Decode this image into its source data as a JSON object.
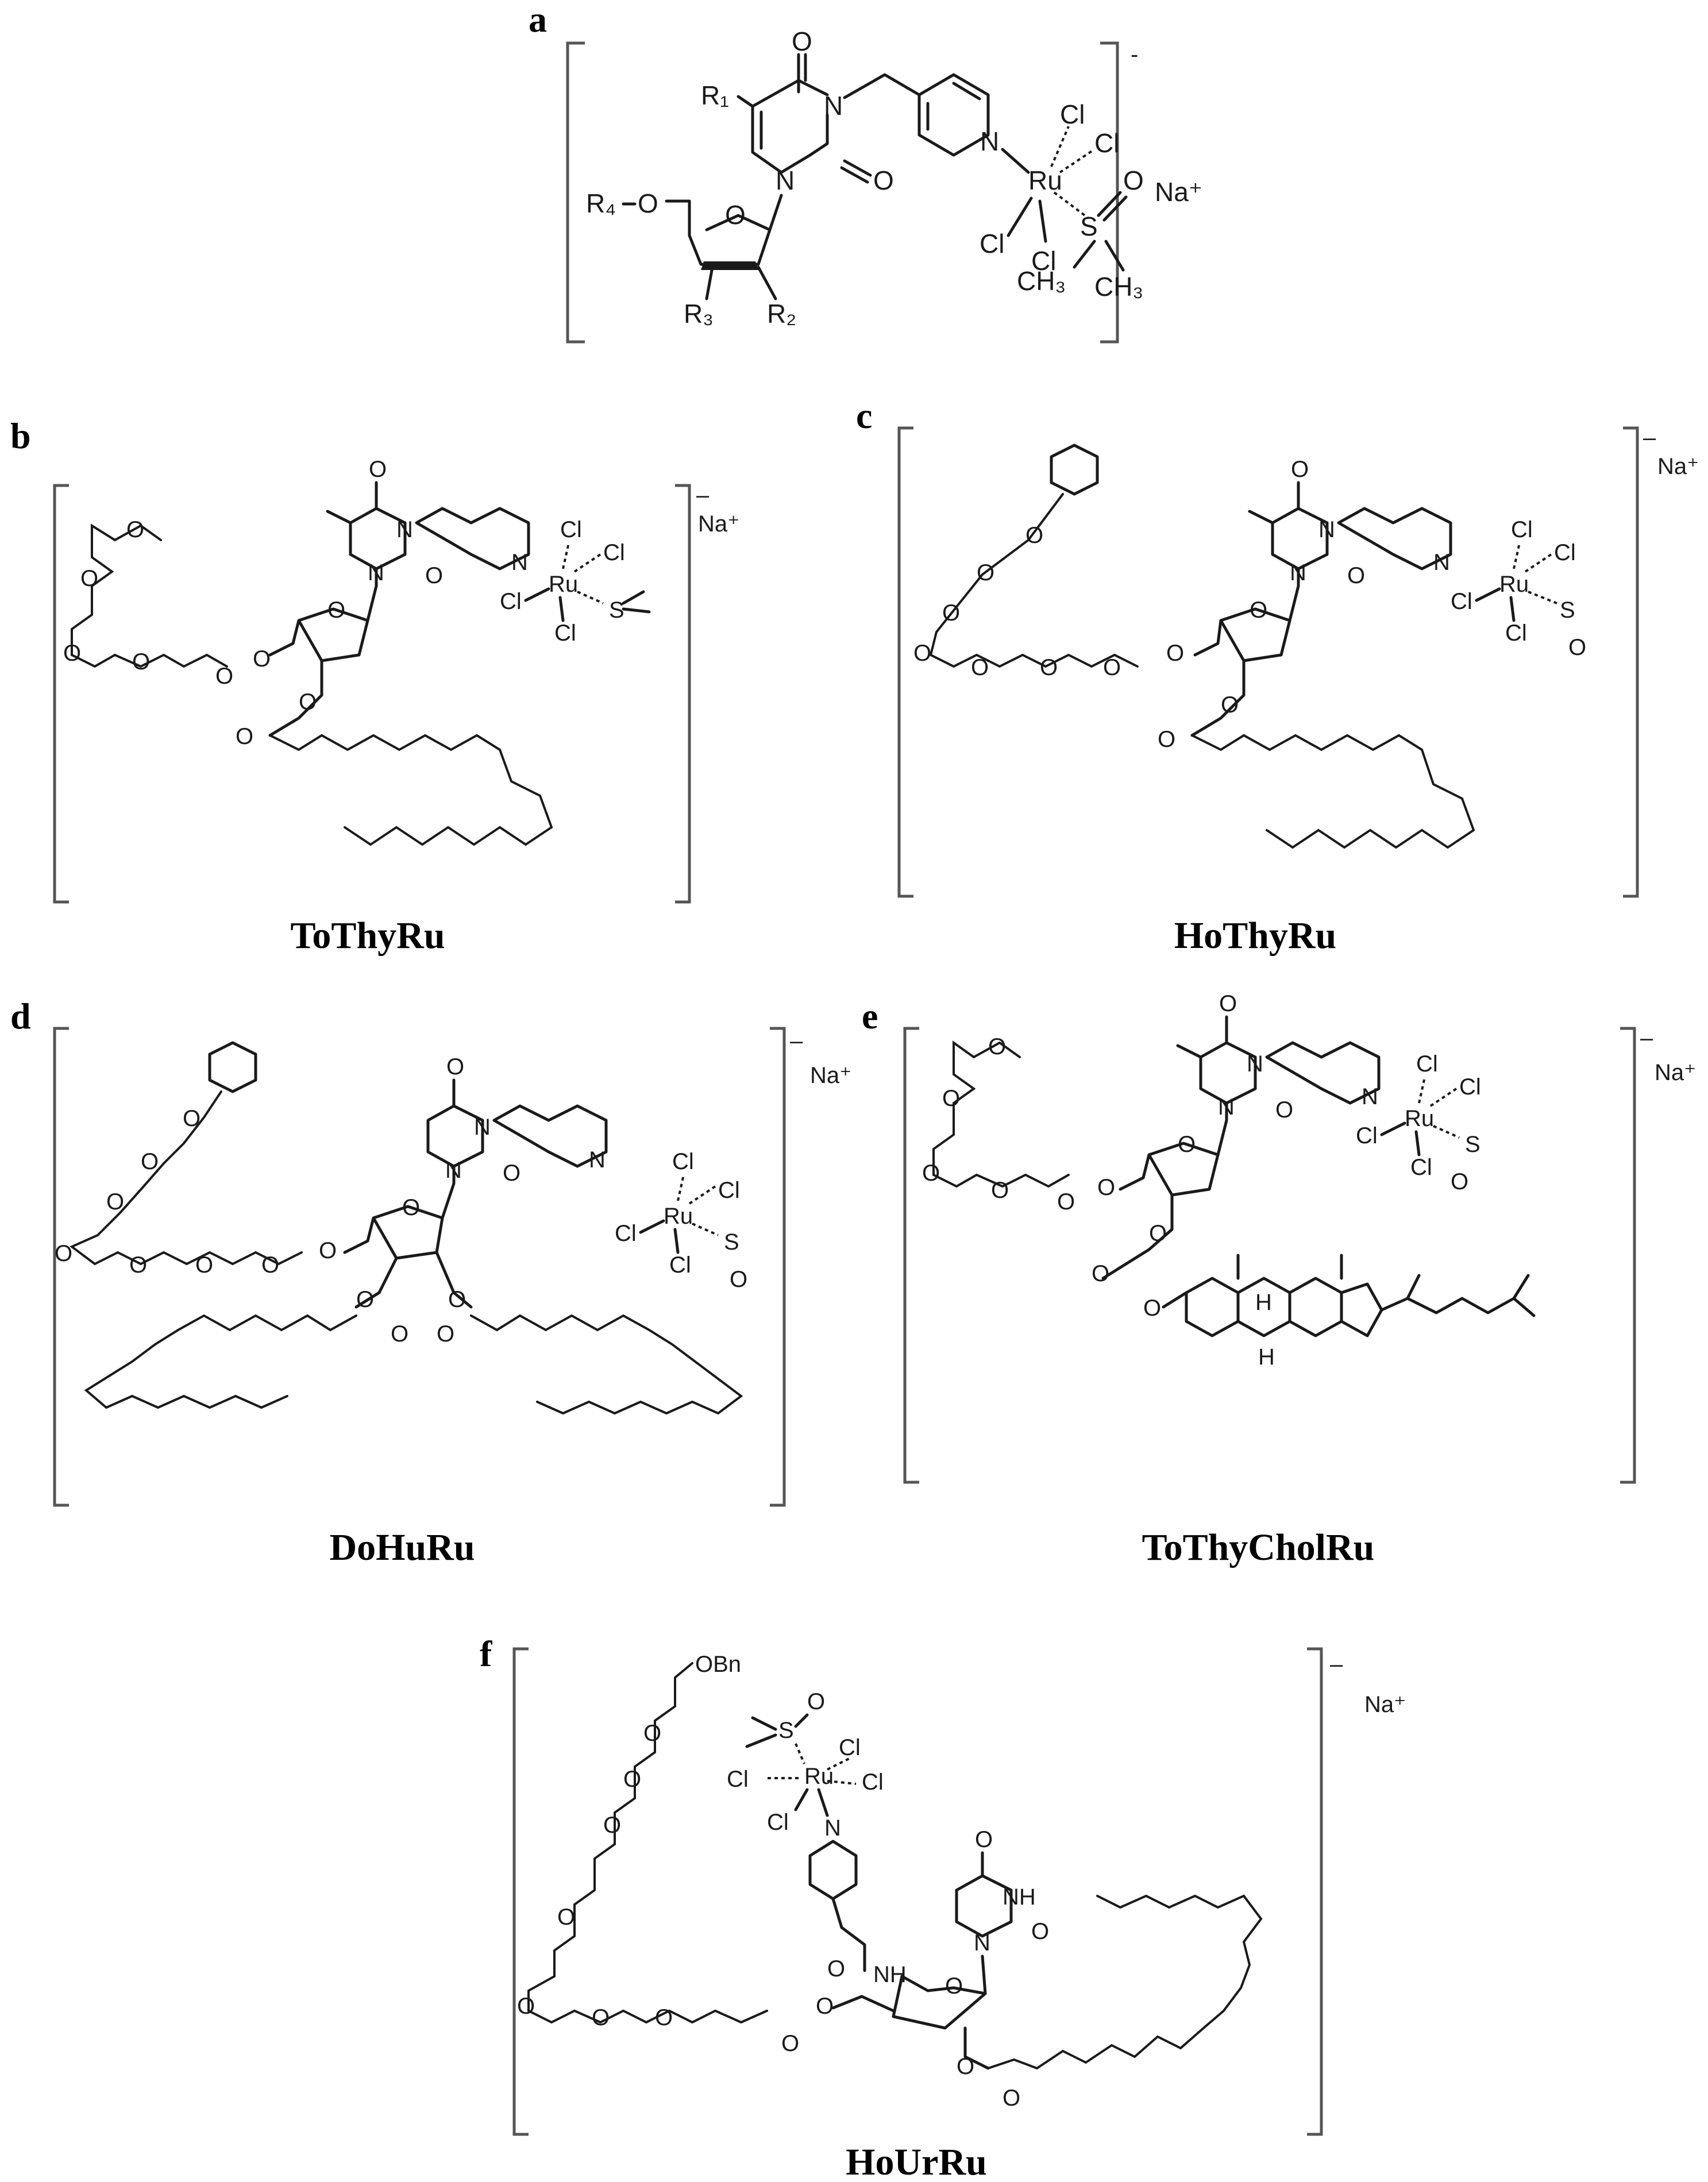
{
  "panels": {
    "a": {
      "letter": "a",
      "name": "",
      "counterion": "Na⁺",
      "charge": "-"
    },
    "b": {
      "letter": "b",
      "name": "ToThyRu",
      "counterion": "Na⁺",
      "charge": "–"
    },
    "c": {
      "letter": "c",
      "name": "HoThyRu",
      "counterion": "Na⁺",
      "charge": "–"
    },
    "d": {
      "letter": "d",
      "name": "DoHuRu",
      "counterion": "Na⁺",
      "charge": "–"
    },
    "e": {
      "letter": "e",
      "name": "ToThyCholRu",
      "counterion": "Na⁺",
      "charge": "–"
    },
    "f": {
      "letter": "f",
      "name": "HoUrRu",
      "counterion": "Na⁺",
      "charge": "–"
    }
  },
  "atoms": {
    "O": "O",
    "N": "N",
    "NH": "NH",
    "Cl": "Cl",
    "Ru": "Ru",
    "S": "S",
    "H": "H",
    "R1": "R₁",
    "R2": "R₂",
    "R3": "R₃",
    "R4": "R₄",
    "CH3": "CH₃",
    "OBn": "OBn"
  }
}
